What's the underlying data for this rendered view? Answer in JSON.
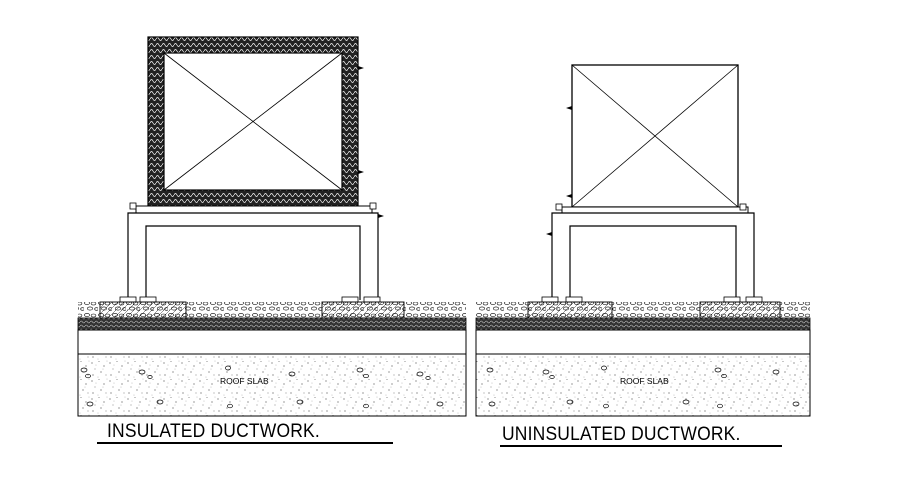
{
  "details": [
    {
      "id": "insulated",
      "title": "INSULATED DUCTWORK.",
      "slab_label": "ROOF SLAB"
    },
    {
      "id": "uninsulated",
      "title": "UNINSULATED DUCTWORK.",
      "slab_label": "ROOF SLAB"
    }
  ],
  "colors": {
    "line": "#000000",
    "background": "#ffffff"
  }
}
